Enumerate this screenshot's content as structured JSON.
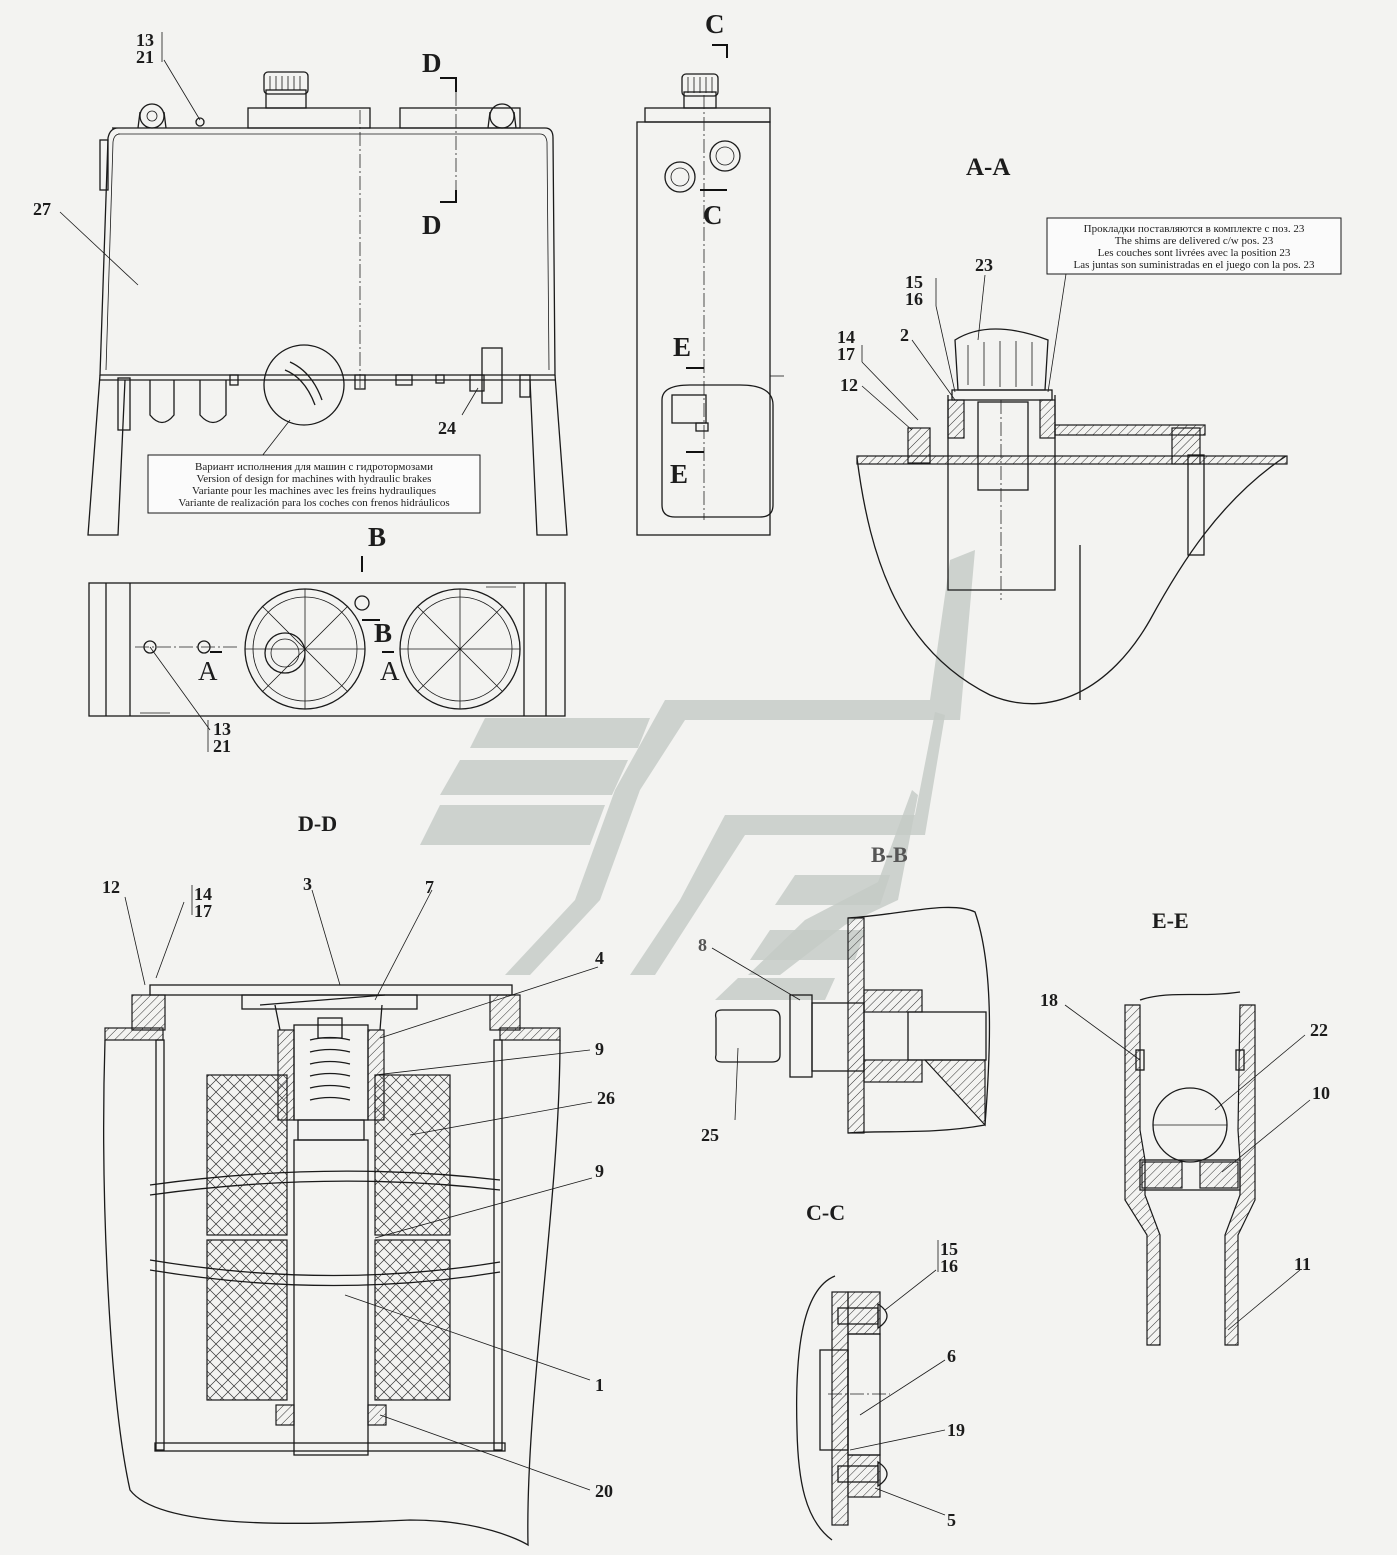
{
  "section_labels": {
    "aa": "A-A",
    "bb": "B-B",
    "cc": "C-C",
    "dd": "D-D",
    "ee": "E-E"
  },
  "cut_letters": {
    "c_top": "C",
    "c_bottom": "C",
    "d_top": "D",
    "d_bottom": "D",
    "e_top": "E",
    "e_bottom": "E",
    "b_top": "B",
    "b_bottom": "B",
    "a_left": "A",
    "a_right": "A"
  },
  "notes": {
    "hydraulic": [
      "Вариант исполнения для машин с гидротормозами",
      "Version of design for machines with hydraulic brakes",
      "Variante pour les machines avec les freins hydrauliques",
      "Variante de realización para los coches con frenos hidráulicos"
    ],
    "shims": [
      "Прокладки поставляются в комплекте с поз. 23",
      "The shims are delivered c/w pos. 23",
      "Les couches sont livrées avec la position 23",
      "Las juntas son suministradas en el juego con la  pos. 23"
    ]
  },
  "callouts": {
    "front_13": "13",
    "front_21": "21",
    "front_27": "27",
    "front_24": "24",
    "top_13": "13",
    "top_21": "21",
    "aa_23": "23",
    "aa_15": "15",
    "aa_16": "16",
    "aa_14": "14",
    "aa_17": "17",
    "aa_2": "2",
    "aa_12": "12",
    "dd_12": "12",
    "dd_14": "14",
    "dd_17": "17",
    "dd_3": "3",
    "dd_7": "7",
    "dd_4": "4",
    "dd_9a": "9",
    "dd_26": "26",
    "dd_9b": "9",
    "dd_1": "1",
    "dd_20": "20",
    "bb_8": "8",
    "bb_25": "25",
    "cc_15": "15",
    "cc_16": "16",
    "cc_6": "6",
    "cc_19": "19",
    "cc_5": "5",
    "ee_18": "18",
    "ee_22": "22",
    "ee_10": "10",
    "ee_11": "11"
  }
}
